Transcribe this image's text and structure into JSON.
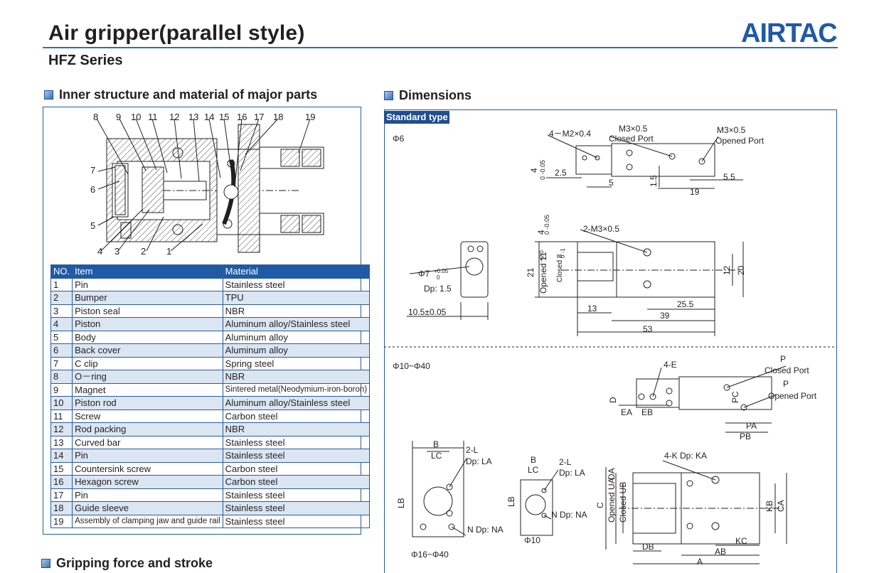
{
  "header": {
    "title": "Air gripper(parallel style)",
    "series": "HFZ Series",
    "logo_text": "AIRTAC",
    "brand_color": "#1f5aa6"
  },
  "left": {
    "section_title": "Inner structure and material of major parts",
    "callouts_top": [
      "8",
      "9",
      "10",
      "11",
      "12",
      "13",
      "14",
      "15",
      "16",
      "17",
      "18",
      "19"
    ],
    "callouts_left": [
      "7",
      "6",
      "5"
    ],
    "callouts_bottom": [
      "4",
      "3",
      "2",
      "1"
    ],
    "table": {
      "headers": [
        "NO.",
        "Item",
        "Material"
      ],
      "rows": [
        [
          "1",
          "Pin",
          "Stainless steel"
        ],
        [
          "2",
          "Bumper",
          "TPU"
        ],
        [
          "3",
          "Piston seal",
          "NBR"
        ],
        [
          "4",
          "Piston",
          "Aluminum alloy/Stainless steel"
        ],
        [
          "5",
          "Body",
          "Aluminum alloy"
        ],
        [
          "6",
          "Back cover",
          "Aluminum alloy"
        ],
        [
          "7",
          "C clip",
          "Spring steel"
        ],
        [
          "8",
          "O－ring",
          "NBR"
        ],
        [
          "9",
          "Magnet",
          "Sintered metal(Neodymium-iron-boron)"
        ],
        [
          "10",
          "Piston rod",
          "Aluminum alloy/Stainless steel"
        ],
        [
          "11",
          "Screw",
          "Carbon steel"
        ],
        [
          "12",
          "Rod packing",
          "NBR"
        ],
        [
          "13",
          "Curved bar",
          "Stainless steel"
        ],
        [
          "14",
          "Pin",
          "Stainless steel"
        ],
        [
          "15",
          "Countersink screw",
          "Carbon steel"
        ],
        [
          "16",
          "Hexagon screw",
          "Carbon steel"
        ],
        [
          "17",
          "Pin",
          "Stainless steel"
        ],
        [
          "18",
          "Guide sleeve",
          "Stainless steel"
        ],
        [
          "19",
          "Assembly of clamping jaw and guide rail",
          "Stainless steel"
        ]
      ]
    },
    "bottom_section_title": "Gripping force and stroke"
  },
  "right": {
    "section_title": "Dimensions",
    "standard_tag": "Standard type",
    "phi6": {
      "label": "Φ6",
      "m2": "4－M2×0.4",
      "m3_closed": "M3×0.5",
      "closed_port": "Closed Port",
      "m3_opened": "M3×0.5",
      "opened_port": "Opened Port",
      "d4": "4",
      "d4_tol": "0 -0.05",
      "d2_5": "2.5",
      "d5": "5",
      "d1_5": "1.5",
      "d19": "19",
      "d5_5": "5.5",
      "m3_2": "2-M3×0.5",
      "phi7": "Φ7",
      "phi7_tol_up": "+0.05",
      "phi7_tol_lo": "0",
      "dp": "Dp: 1.5",
      "d10_5": "10.5±0.05",
      "d21": "21",
      "opened11": "Opened 11",
      "opened_tol": "+2 0",
      "closed8": "Closed 8",
      "closed_tol": "0 -1",
      "d12": "12",
      "d20": "20",
      "d13": "13",
      "d25_5": "25.5",
      "d39": "39",
      "d53": "53"
    },
    "phi10_40": {
      "label": "Φ10~Φ40",
      "e4": "4-E",
      "p1": "P",
      "closed_port": "Closed Port",
      "p2": "P",
      "opened_port": "Opened Port",
      "D": "D",
      "EA": "EA",
      "EB": "EB",
      "PC": "PC",
      "PA": "PA",
      "PB": "PB",
      "B": "B",
      "LC": "LC",
      "L2": "2-L",
      "dpLA": "Dp: LA",
      "LB": "LB",
      "NdpNA": "N  Dp: NA",
      "phi16_40": "Φ16~Φ40",
      "phi10": "Φ10",
      "K4": "4-K Dp: KA",
      "C": "C",
      "openedUA": "Opened UA",
      "closedUB": "Closed UB",
      "DA": "DA",
      "KB": "KB",
      "CA": "CA",
      "DB": "DB",
      "KC": "KC",
      "AB": "AB",
      "A": "A"
    }
  }
}
